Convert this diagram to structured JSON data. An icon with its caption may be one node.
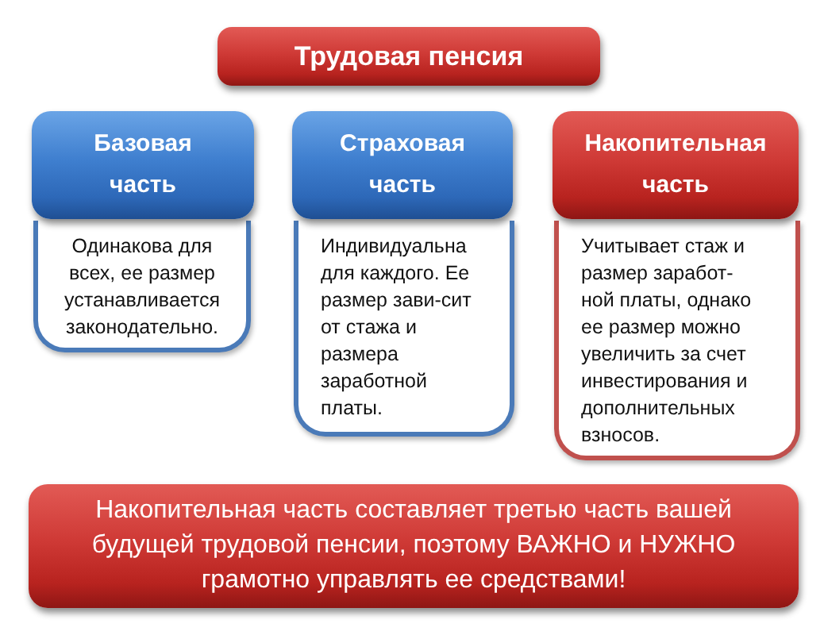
{
  "diagram": {
    "nodes": [
      {
        "text": [
          "Трудовая пенсия"
        ]
      },
      {
        "text": [
          "Базовая часть"
        ]
      },
      {
        "text": [
          "Одинакова для всех, ее размер устанавливается законодательно."
        ]
      },
      {
        "text": [
          "Страховая часть"
        ]
      },
      {
        "text": [
          "Индивидуальна для каждого. Ее размер зави-сит от стажа и размера заработной платы."
        ]
      },
      {
        "text": [
          "Накопительная часть"
        ]
      },
      {
        "text": [
          "Учитывает стаж и размер заработ-ной платы, однако ее размер можно увеличить за счет инвестирования и дополнительных взносов."
        ]
      },
      {
        "text": [
          "Накопительная часть составляет третью часть вашей будущей трудовой пенсии, поэтому ВАЖНО и НУЖНО грамотно управлять ее средствами!"
        ]
      }
    ]
  }
}
